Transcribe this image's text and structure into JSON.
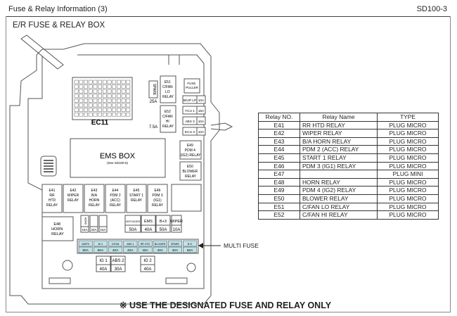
{
  "header": {
    "title": "Fuse & Relay Information (3)",
    "code": "SD100-3"
  },
  "subtitle": "E/R FUSE & RELAY BOX",
  "box": {
    "ec11": "EC11",
    "ems_box": "EMS BOX",
    "ems_box_ref": "(See SD100-5)",
    "spare": "SPARE",
    "spare_amp": "25A",
    "e51": [
      "E51",
      "C/FAN",
      "LO",
      "RELAY"
    ],
    "e52": [
      "E52",
      "C/FAN",
      "HI",
      "RELAY"
    ],
    "fuse_puller": [
      "FUSE",
      "PULLER"
    ],
    "side_fuses": [
      {
        "name": "B/UP LP",
        "amp": "10A"
      },
      {
        "name": "TCU 1",
        "amp": "15A"
      },
      {
        "name": "ABS 3",
        "amp": "10A"
      },
      {
        "name": "ECU 3",
        "amp": "10A"
      }
    ],
    "amp_75": "7.5A",
    "e49": [
      "E49",
      "PDM 4",
      "(IG2) RELAY"
    ],
    "e50": [
      "E50",
      "BLOWER",
      "RELAY"
    ],
    "relays_row": [
      [
        "E41",
        "RR",
        "HTD",
        "RELAY"
      ],
      [
        "E42",
        "WIPER",
        "RELAY"
      ],
      [
        "E43",
        "B/A",
        "HORN",
        "RELAY"
      ],
      [
        "E44",
        "PDM 2",
        "(ACC)",
        "RELAY"
      ],
      [
        "E45",
        "START 1",
        "RELAY"
      ],
      [
        "E46",
        "PDM 3",
        "(IG1)",
        "RELAY"
      ]
    ],
    "e48": [
      "E48",
      "HORN",
      "RELAY"
    ],
    "small_fuses": [
      {
        "name": "HORN",
        "amp": "15A"
      },
      {
        "name": "",
        "amp": "20A"
      },
      {
        "name": "",
        "amp": "15A"
      }
    ],
    "mid_fuses": [
      {
        "name": "DEFOGGER",
        "amp": "50A"
      },
      {
        "name": "EMS",
        "amp": "40A"
      },
      {
        "name": "B+3",
        "amp": "50A"
      },
      {
        "name": "WIPER",
        "amp": "10A"
      }
    ],
    "multi_fuse_names": [
      "MDPS",
      "B+1",
      "C/FAN",
      "ABS 1",
      "RR HTD",
      "BLOWER",
      "SPARE",
      "B+2"
    ],
    "multi_fuse_amps": [
      "80A",
      "60A",
      "40A",
      "40A",
      "40A",
      "40A",
      "40A",
      "60A"
    ],
    "bottom_fuses": [
      {
        "name": "IG 1",
        "amp": "40A"
      },
      {
        "name": "ABS 2",
        "amp": "30A"
      },
      {
        "name": "IG 2",
        "amp": "40A"
      }
    ]
  },
  "multi_fuse_label": "MULTI FUSE",
  "relay_table": {
    "headers": [
      "Relay NO.",
      "Relay Name",
      "TYPE"
    ],
    "rows": [
      [
        "E41",
        "RR HTD RELAY",
        "PLUG MICRO"
      ],
      [
        "E42",
        "WIPER RELAY",
        "PLUG MICRO"
      ],
      [
        "E43",
        "B/A HORN RELAY",
        "PLUG MICRO"
      ],
      [
        "E44",
        "PDM 2 (ACC) RELAY",
        "PLUG MICRO"
      ],
      [
        "E45",
        "START 1 RELAY",
        "PLUG MICRO"
      ],
      [
        "E46",
        "PDM 3 (IG1) RELAY",
        "PLUG MICRO"
      ],
      [
        "E47",
        "",
        "PLUG MINI"
      ],
      [
        "E48",
        "HORN RELAY",
        "PLUG MICRO"
      ],
      [
        "E49",
        "PDM 4 (IG2) RELAY",
        "PLUG MICRO"
      ],
      [
        "E50",
        "BLOWER RELAY",
        "PLUG MICRO"
      ],
      [
        "E51",
        "C/FAN LO RELAY",
        "PLUG MICRO"
      ],
      [
        "E52",
        "C/FAN HI RELAY",
        "PLUG MICRO"
      ]
    ]
  },
  "notice": "※ USE THE DESIGNATED FUSE AND RELAY ONLY",
  "colors": {
    "multi_fuse_fill": "#bfe3ea",
    "line": "#555555"
  }
}
